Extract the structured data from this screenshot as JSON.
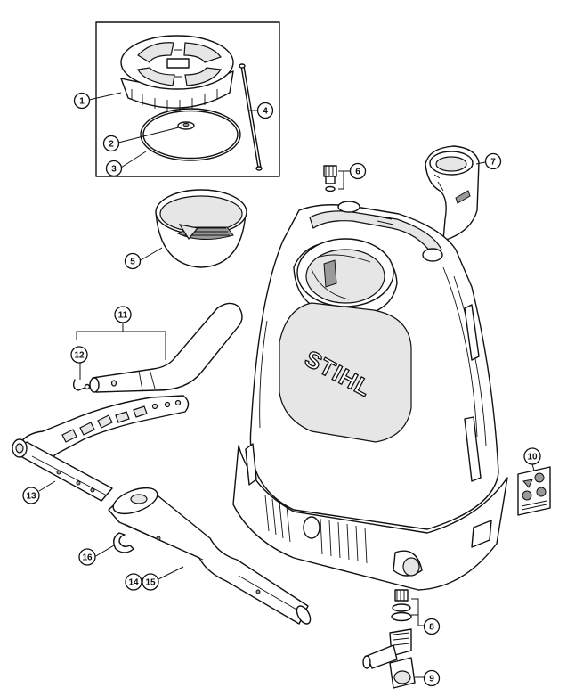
{
  "brand": {
    "logo_text": "STIHL"
  },
  "callouts": [
    {
      "id": "c1",
      "label": "1"
    },
    {
      "id": "c2",
      "label": "2"
    },
    {
      "id": "c3",
      "label": "3"
    },
    {
      "id": "c4",
      "label": "4"
    },
    {
      "id": "c5",
      "label": "5"
    },
    {
      "id": "c6",
      "label": "6"
    },
    {
      "id": "c7",
      "label": "7"
    },
    {
      "id": "c8",
      "label": "8"
    },
    {
      "id": "c9",
      "label": "9"
    },
    {
      "id": "c10",
      "label": "10"
    },
    {
      "id": "c11",
      "label": "11"
    },
    {
      "id": "c12",
      "label": "12"
    },
    {
      "id": "c13",
      "label": "13"
    },
    {
      "id": "c14",
      "label": "14"
    },
    {
      "id": "c15",
      "label": "15"
    },
    {
      "id": "c16",
      "label": "16"
    }
  ],
  "icons": [
    "filler-cap-icon",
    "tank-icon",
    "strainer-icon",
    "valve-icon",
    "holder-icon",
    "harness-handle-icon",
    "warning-label-icon"
  ]
}
